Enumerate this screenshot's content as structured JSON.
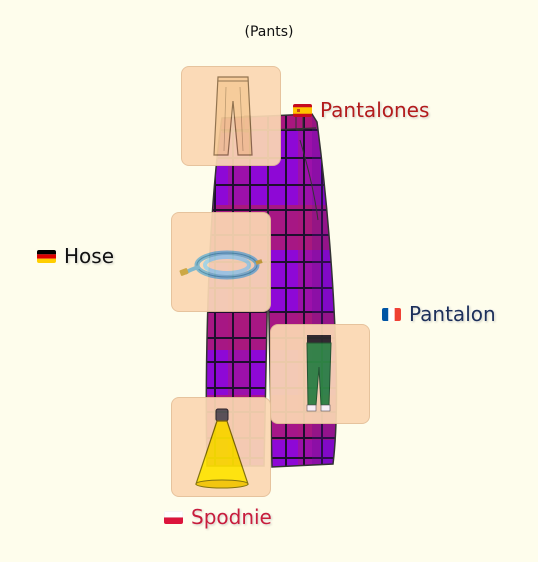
{
  "title": "(Pants)",
  "colors": {
    "background": "#fefdec",
    "card": "#fbd8b3",
    "pants_purple": "#8e08d6",
    "pants_magenta": "#ac1a76",
    "grid": "#1e0f2e"
  },
  "labels": [
    {
      "id": "es",
      "text": "Pantalones",
      "flag": "flag-spain-icon",
      "color": "#b31b1b"
    },
    {
      "id": "de",
      "text": "Hose",
      "flag": "flag-germany-icon",
      "color": "#111111"
    },
    {
      "id": "fr",
      "text": "Pantalon",
      "flag": "flag-france-icon",
      "color": "#1c2f5a"
    },
    {
      "id": "pl",
      "text": "Spodnie",
      "flag": "flag-poland-icon",
      "color": "#c81d3c"
    }
  ],
  "cards": [
    {
      "id": "es",
      "depicts": "beige-trousers-icon"
    },
    {
      "id": "de",
      "depicts": "garden-hose-icon"
    },
    {
      "id": "fr",
      "depicts": "green-pants-person-icon"
    },
    {
      "id": "pl",
      "depicts": "yellow-spotlight-icon"
    }
  ]
}
